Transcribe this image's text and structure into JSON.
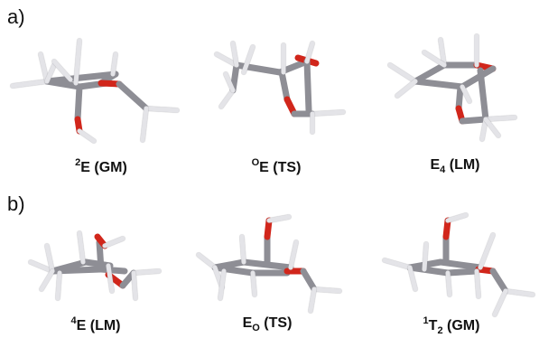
{
  "panels": [
    {
      "label": "a)"
    },
    {
      "label": "b)"
    }
  ],
  "structures": [
    {
      "sup": "2",
      "main": "E",
      "sub": "",
      "state": "(GM)"
    },
    {
      "sup": "O",
      "main": "E",
      "sub": "",
      "state": "(TS)"
    },
    {
      "sup": "",
      "main": "E",
      "sub": "4",
      "state": "(LM)"
    },
    {
      "sup": "4",
      "main": "E",
      "sub": "",
      "state": "(LM)"
    },
    {
      "sup": "",
      "main": "E",
      "sub": "O",
      "state": "(TS)"
    },
    {
      "sup": "1",
      "main": "T",
      "sub": "2",
      "state": "(GM)"
    }
  ],
  "colors": {
    "carbon": "#8e8e95",
    "carbon_dark": "#6b6b72",
    "hydrogen": "#e4e4e8",
    "oxygen": "#d1261b"
  }
}
